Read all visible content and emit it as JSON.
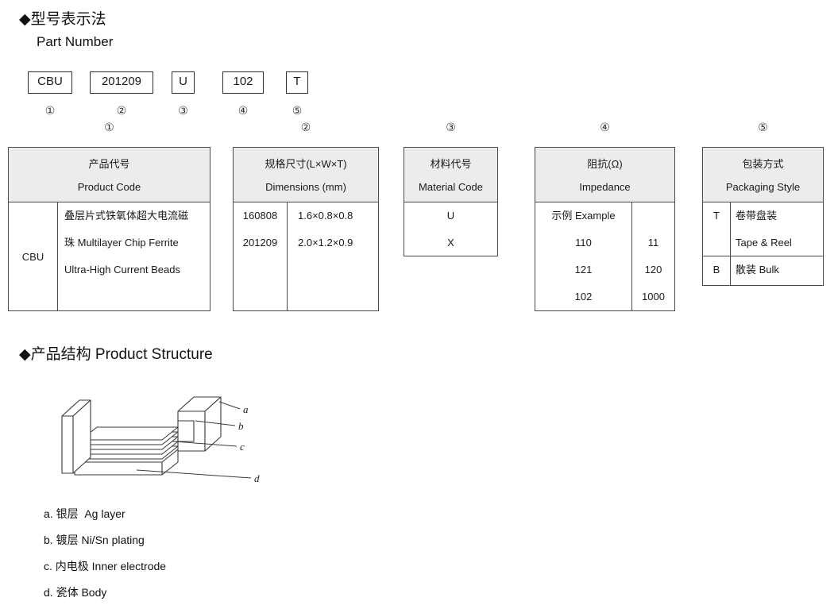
{
  "titles": {
    "part_number_zh": "◆型号表示法",
    "part_number_en": "Part Number",
    "structure": "◆产品结构 Product Structure"
  },
  "part_number": {
    "boxes": [
      {
        "label": "CBU",
        "mark": "①"
      },
      {
        "label": "201209",
        "mark": "②"
      },
      {
        "label": "U",
        "mark": "③"
      },
      {
        "label": "102",
        "mark": "④"
      },
      {
        "label": "T",
        "mark": "⑤"
      }
    ]
  },
  "tables": {
    "product_code": {
      "mark": "①",
      "title_zh": "产品代号",
      "title_en": "Product Code",
      "code": "CBU",
      "desc_line1": "叠层片式铁氧体超大电流磁",
      "desc_line2": "珠 Multilayer Chip Ferrite",
      "desc_line3": "Ultra-High Current Beads"
    },
    "dimensions": {
      "mark": "②",
      "title_zh": "规格尺寸(L×W×T)",
      "title_en": "Dimensions (mm)",
      "rows": [
        {
          "code": "160808",
          "size": "1.6×0.8×0.8"
        },
        {
          "code": "201209",
          "size": "2.0×1.2×0.9"
        }
      ]
    },
    "material": {
      "mark": "③",
      "title_zh": "材料代号",
      "title_en": "Material Code",
      "codes": [
        "U",
        "X"
      ]
    },
    "impedance": {
      "mark": "④",
      "title_zh": "阻抗(Ω)",
      "title_en": "Impedance",
      "example_label": "示例 Example",
      "rows": [
        {
          "code": "110",
          "value": "11"
        },
        {
          "code": "121",
          "value": "120"
        },
        {
          "code": "102",
          "value": "1000"
        }
      ]
    },
    "packaging": {
      "mark": "⑤",
      "title_zh": "包装方式",
      "title_en": "Packaging Style",
      "rows": [
        {
          "code": "T",
          "line1": "卷带盘装",
          "line2": "Tape & Reel"
        },
        {
          "code": "B",
          "line1": "散装 Bulk"
        }
      ]
    }
  },
  "structure": {
    "diagram_labels": {
      "a": "a",
      "b": "b",
      "c": "c",
      "d": "d"
    },
    "legend": [
      "a. 银层  Ag layer",
      "b. 镀层 Ni/Sn plating",
      "c. 内电极 Inner electrode",
      "d. 瓷体 Body"
    ]
  }
}
